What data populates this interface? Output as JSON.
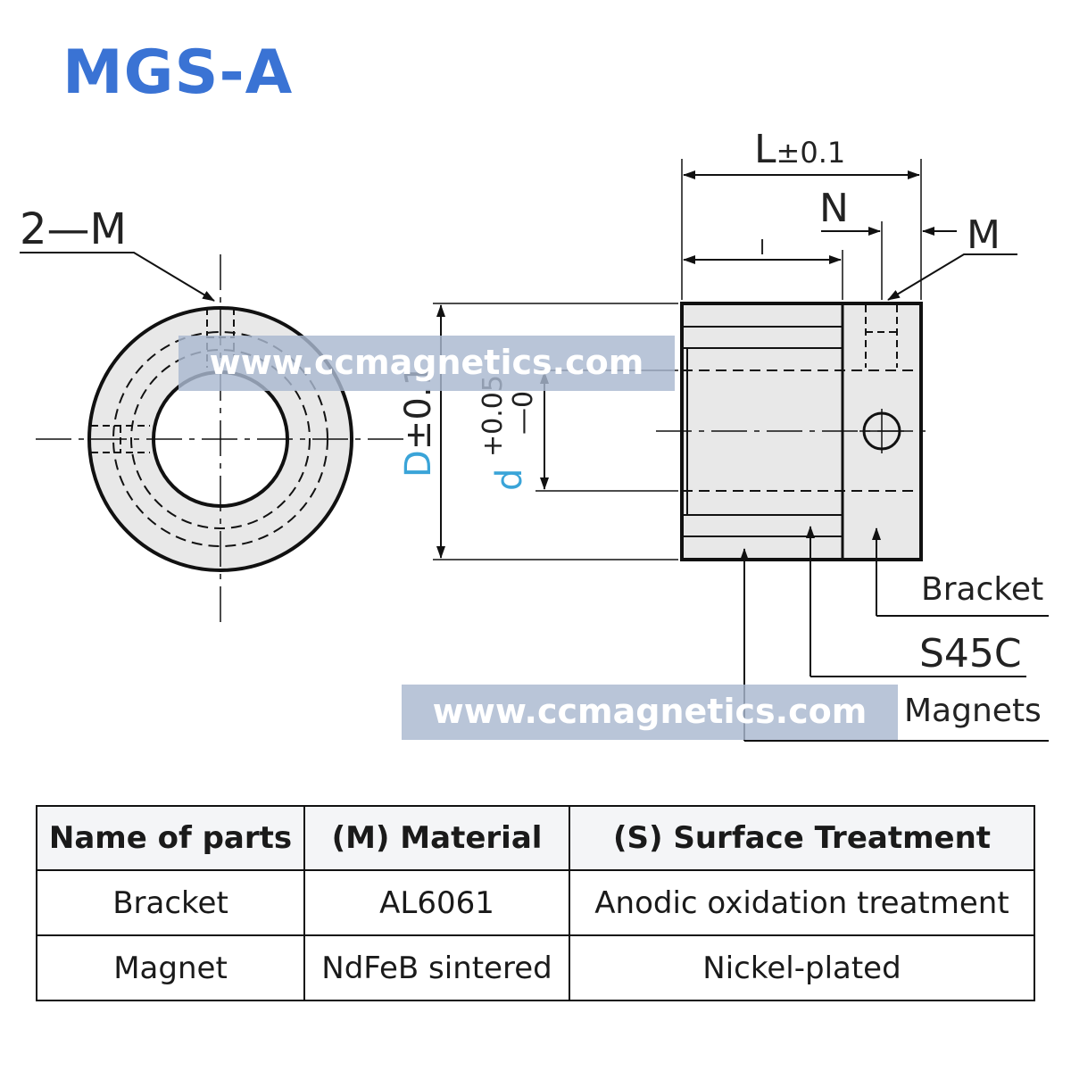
{
  "title": "MGS-A",
  "colors": {
    "title": "#3a73d4",
    "dimension_accent": "#3aa4d8",
    "watermark_band": "#a9b8d0",
    "body_fill": "#e8e8e8",
    "line": "#111111"
  },
  "drawing": {
    "front_view": {
      "label": "2—M"
    },
    "side_view": {
      "dim_L": {
        "base": "L",
        "tol": "±0.1"
      },
      "dim_N": "N",
      "dim_M": "M",
      "dim_l": "l",
      "dim_D": {
        "base": "D",
        "tol": "±0.1"
      },
      "dim_d": {
        "base": "d",
        "tol_upper": "+0.05",
        "tol_lower": "—0"
      },
      "callouts": {
        "bracket": "Bracket",
        "s45c": "S45C",
        "magnets": "Magnets"
      }
    },
    "watermarks": [
      "www.ccmagnetics.com",
      "www.ccmagnetics.com"
    ]
  },
  "parts_table": {
    "headers": [
      "Name of parts",
      "(M) Material",
      "(S) Surface Treatment"
    ],
    "rows": [
      [
        "Bracket",
        "AL6061",
        "Anodic oxidation treatment"
      ],
      [
        "Magnet",
        "NdFeB sintered",
        "Nickel-plated"
      ]
    ]
  }
}
